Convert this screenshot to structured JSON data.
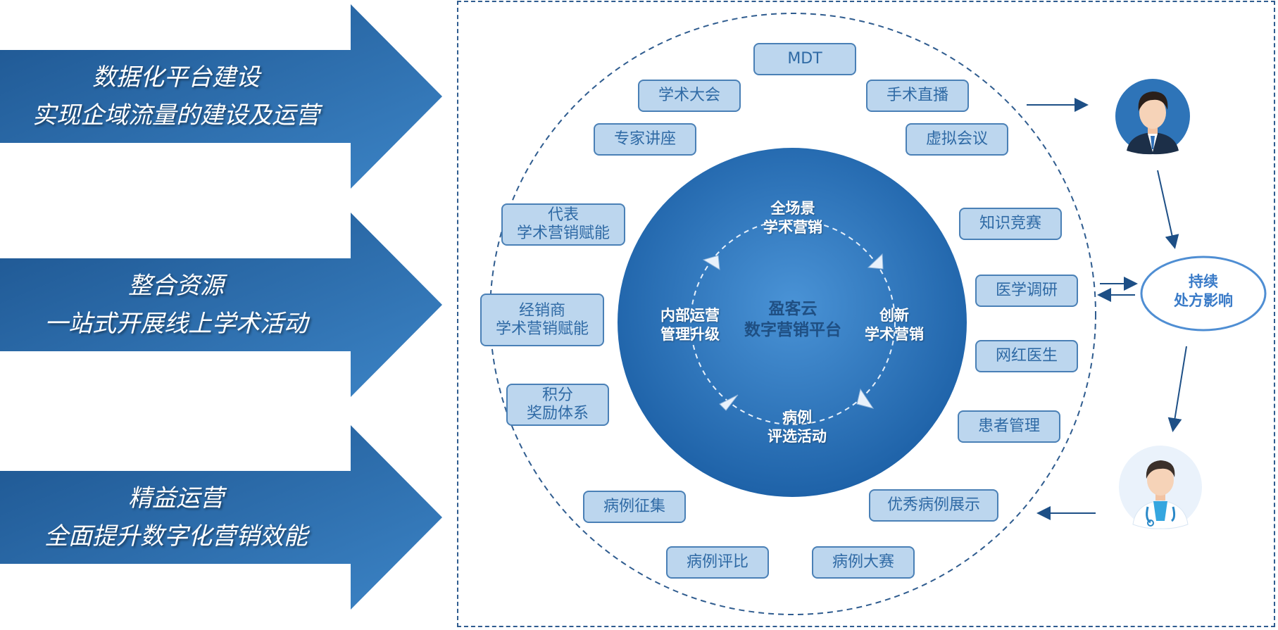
{
  "left_arrows": [
    {
      "line1": "数据化平台建设",
      "line2": "实现企域流量的建设及运营"
    },
    {
      "line1": "整合资源",
      "line2": "一站式开展线上学术活动"
    },
    {
      "line1": "精益运营",
      "line2": "全面提升数字化营销效能"
    }
  ],
  "tags": {
    "mdt": "MDT",
    "academic_conference": "学术大会",
    "surgery_live": "手术直播",
    "expert_lecture": "专家讲座",
    "virtual_meeting": "虚拟会议",
    "rep_line1": "代表",
    "rep_line2": "学术营销赋能",
    "knowledge_contest": "知识竞赛",
    "dealer_line1": "经销商",
    "dealer_line2": "学术营销赋能",
    "medical_research": "医学调研",
    "points_line1": "积分",
    "points_line2": "奖励体系",
    "influencer_doctor": "网红医生",
    "patient_management": "患者管理",
    "case_collection": "病例征集",
    "excellent_case_display": "优秀病例展示",
    "case_comparison": "病例评比",
    "case_competition": "病例大赛"
  },
  "inner_cycle": {
    "top_line1": "全场景",
    "top_line2": "学术营销",
    "right_line1": "创新",
    "right_line2": "学术营销",
    "bottom_line1": "病例",
    "bottom_line2": "评选活动",
    "left_line1": "内部运营",
    "left_line2": "管理升级"
  },
  "core": {
    "line1": "盈客云",
    "line2": "数字营销平台"
  },
  "influence": {
    "line1": "持续",
    "line2": "处方影响"
  },
  "colors": {
    "arrow_dark": "#1d5590",
    "arrow_light": "#3c84c6",
    "circle_center": "#4a93d6",
    "circle_edge": "#1e62a8",
    "tag_fill": "#bcd6ee",
    "tag_border": "#4a80b6",
    "dashed": "#2f5c8f"
  },
  "icons": [
    "businessman-avatar-icon",
    "doctor-avatar-icon",
    "cycle-arrow-icon"
  ]
}
